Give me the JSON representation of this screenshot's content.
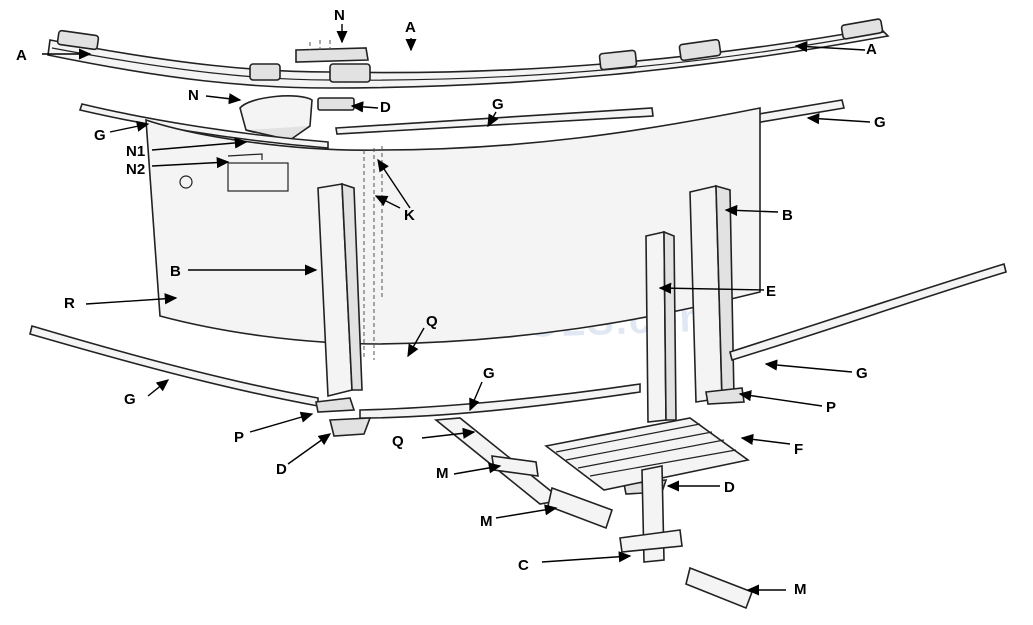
{
  "watermark": "INYOPOOLS.com",
  "labels": [
    {
      "id": "a-left",
      "text": "A"
    },
    {
      "id": "n-top",
      "text": "N"
    },
    {
      "id": "a-top",
      "text": "A"
    },
    {
      "id": "a-right",
      "text": "A"
    },
    {
      "id": "n-mid",
      "text": "N"
    },
    {
      "id": "d-top",
      "text": "D"
    },
    {
      "id": "g-left-top",
      "text": "G"
    },
    {
      "id": "g-center-top",
      "text": "G"
    },
    {
      "id": "g-right-top",
      "text": "G"
    },
    {
      "id": "n1",
      "text": "N1"
    },
    {
      "id": "n2",
      "text": "N2"
    },
    {
      "id": "k",
      "text": "K"
    },
    {
      "id": "b-right",
      "text": "B"
    },
    {
      "id": "b-left",
      "text": "B"
    },
    {
      "id": "e",
      "text": "E"
    },
    {
      "id": "r",
      "text": "R"
    },
    {
      "id": "q-top",
      "text": "Q"
    },
    {
      "id": "g-right-mid",
      "text": "G"
    },
    {
      "id": "g-left-bottom",
      "text": "G"
    },
    {
      "id": "g-center-bottom",
      "text": "G"
    },
    {
      "id": "p-right",
      "text": "P"
    },
    {
      "id": "p-left",
      "text": "P"
    },
    {
      "id": "f",
      "text": "F"
    },
    {
      "id": "q-bottom",
      "text": "Q"
    },
    {
      "id": "d-left",
      "text": "D"
    },
    {
      "id": "m-top",
      "text": "M"
    },
    {
      "id": "d-right",
      "text": "D"
    },
    {
      "id": "m-mid",
      "text": "M"
    },
    {
      "id": "c",
      "text": "C"
    },
    {
      "id": "m-bottom",
      "text": "M"
    }
  ]
}
